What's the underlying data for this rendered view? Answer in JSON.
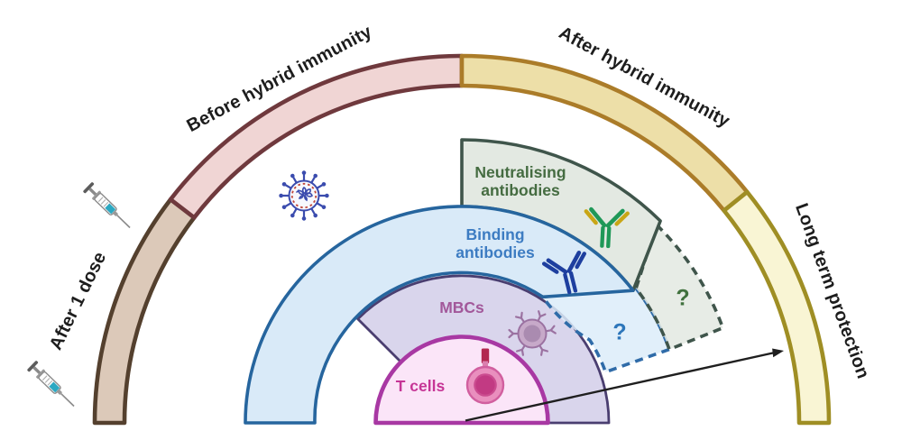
{
  "ring": {
    "segments": [
      {
        "id": "after-1-dose",
        "label": "After 1 dose",
        "fill": "#dcc9b9",
        "stroke": "#54402e"
      },
      {
        "id": "before-hybrid-immunity",
        "label": "Before hybrid immunity",
        "fill": "#f0d5d4",
        "stroke": "#6f393d"
      },
      {
        "id": "after-hybrid-immunity",
        "label": "After hybrid immunity",
        "fill": "#eddfa8",
        "stroke": "#ab7c29"
      },
      {
        "id": "long-term-protection",
        "label": "Long term protection",
        "fill": "#f9f5d4",
        "stroke": "#9f8e24"
      }
    ]
  },
  "layers": [
    {
      "id": "neutralising-antibodies",
      "label": "Neutralising antibodies",
      "fill": "#e3e9e2",
      "stroke": "#3f554b",
      "text_color": "#456c41"
    },
    {
      "id": "binding-antibodies",
      "label": "Binding antibodies",
      "fill": "#d9eaf8",
      "stroke": "#26659e",
      "text_color": "#3d7cc2"
    },
    {
      "id": "mbcs",
      "label": "MBCs",
      "fill": "#d9d5ec",
      "stroke": "#4a3e70",
      "text_color": "#a2589a"
    },
    {
      "id": "t-cells",
      "label": "T cells",
      "fill": "#fbe5f8",
      "stroke": "#a838a3",
      "text_color": "#c63596"
    }
  ],
  "uncertainty": {
    "binding": {
      "symbol": "?",
      "color": "#2d76ba"
    },
    "neutralising": {
      "symbol": "?",
      "color": "#40713d"
    }
  },
  "icons": {
    "names": [
      "syringe-icon",
      "virus-icon",
      "binding-antibody-icon",
      "neutralising-antibody-icon",
      "memory-b-cell-icon",
      "t-cell-icon",
      "long-term-arrow"
    ],
    "syringe_fluid_color": "#2ba8c2",
    "virus_color": "#3b4cae",
    "binding_antibody_color": "#1e3f9f",
    "neutralising_antibody_colors": [
      "#1f9858",
      "#c9a616"
    ],
    "arrow_color": "#1f1f1f"
  }
}
